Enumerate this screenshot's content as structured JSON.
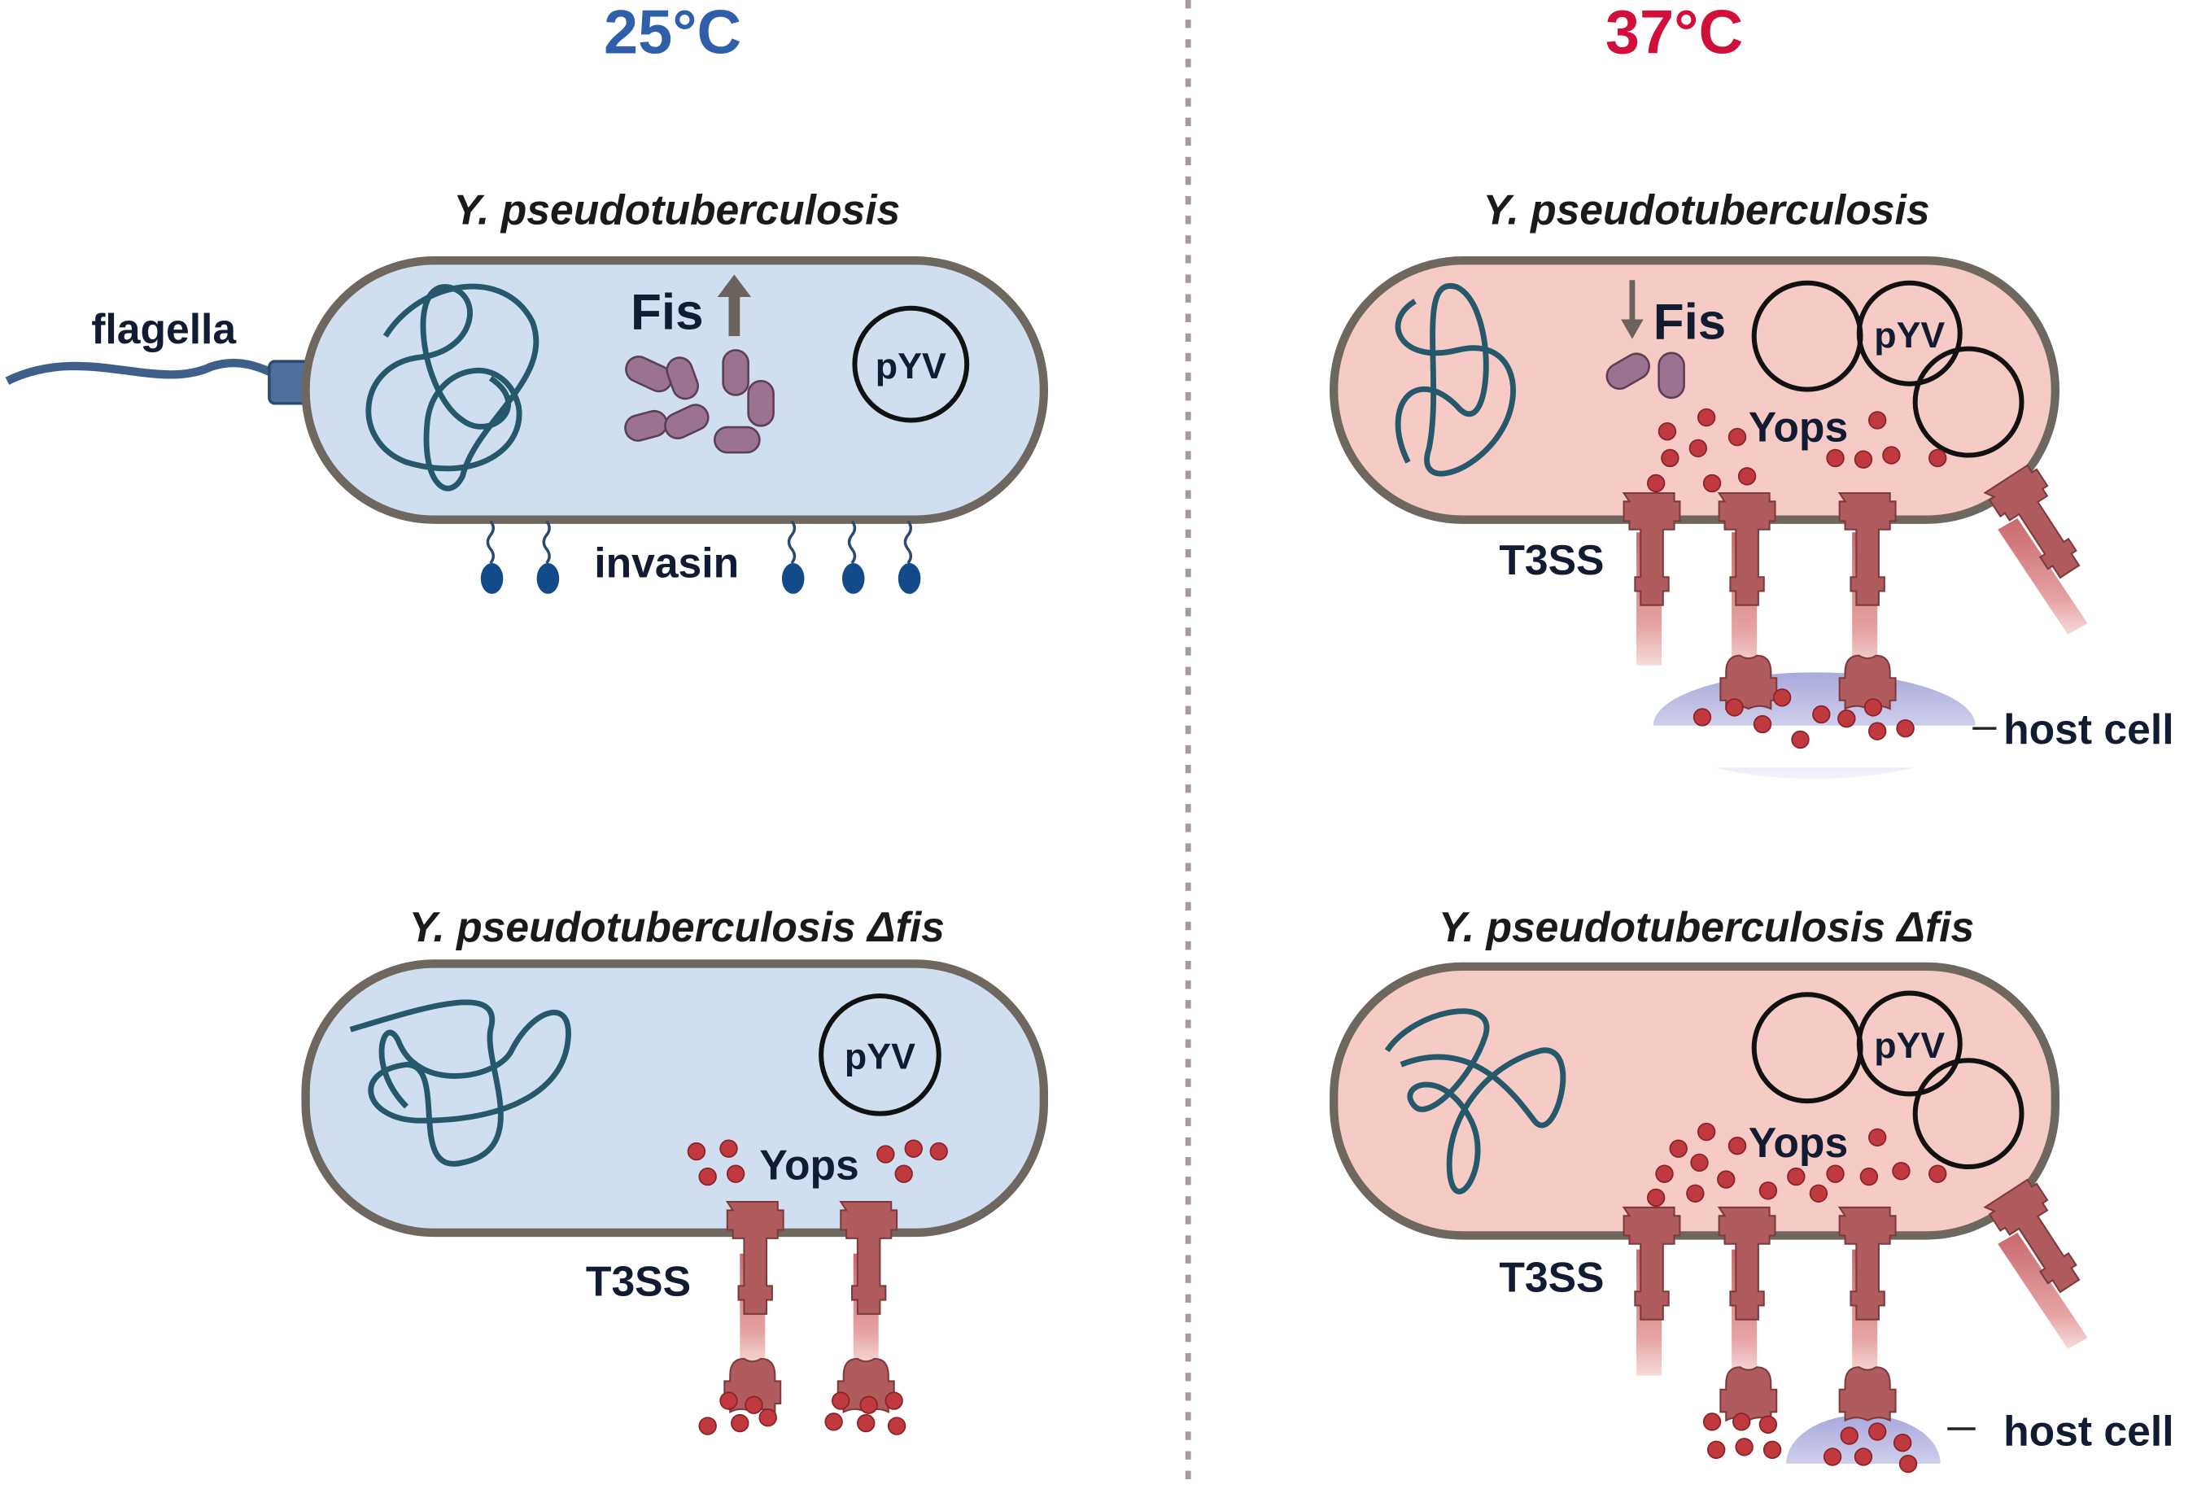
{
  "headers": {
    "left": "25°C",
    "right": "37°C"
  },
  "colors": {
    "cold": "#2f5fa8",
    "warm": "#d0103a",
    "cell_cold": "#cfdff0",
    "cell_warm": "#f6cbc6",
    "yop": "#c0393f",
    "t3ss": "#b05c5e"
  },
  "panels": {
    "top_left": {
      "title": "Y. pseudotuberculosis",
      "flagella": "flagella",
      "fis": "Fis",
      "plasmid": "pYV",
      "invasin": "invasin"
    },
    "top_right": {
      "title": "Y. pseudotuberculosis",
      "fis": "Fis",
      "plasmid": "pYV",
      "yops": "Yops",
      "t3ss": "T3SS",
      "host": "host cell"
    },
    "bottom_left": {
      "title": "Y. pseudotuberculosis Δfis",
      "plasmid": "pYV",
      "yops": "Yops",
      "t3ss": "T3SS"
    },
    "bottom_right": {
      "title": "Y. pseudotuberculosis Δfis",
      "plasmid": "pYV",
      "yops": "Yops",
      "t3ss": "T3SS",
      "host": "host cell"
    }
  }
}
